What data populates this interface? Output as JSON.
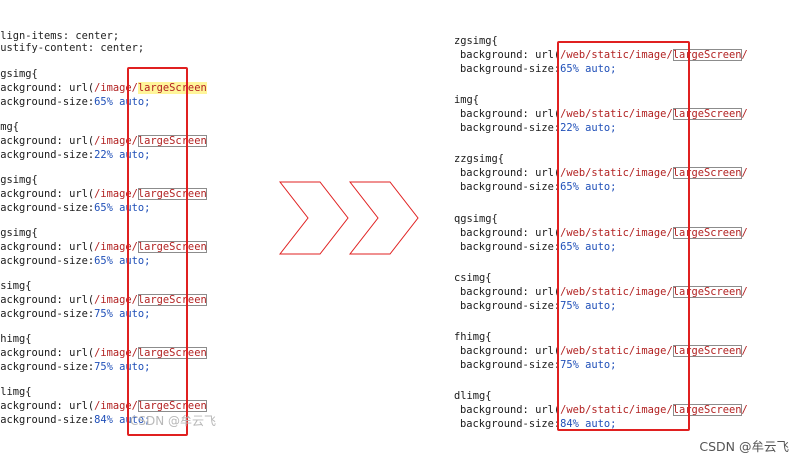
{
  "left": {
    "header_lines": [
      "align-items: center;",
      "justify-content: center;"
    ],
    "blocks": [
      {
        "selector": "zgsimg{",
        "bg_label": "background: url(",
        "path": "/image/",
        "file": "largeScreen",
        "size_label": "background-size:",
        "size_value": "65% auto;"
      },
      {
        "selector": "img{",
        "bg_label": "background: url(",
        "path": "/image/",
        "file": "largeScreen",
        "size_label": "background-size:",
        "size_value": "22% auto;"
      },
      {
        "selector": "zgsimg{",
        "bg_label": "background: url(",
        "path": "/image/",
        "file": "largeScreen",
        "size_label": "background-size:",
        "size_value": "65% auto;"
      },
      {
        "selector": "qgsimg{",
        "bg_label": "background: url(",
        "path": "/image/",
        "file": "largeScreen",
        "size_label": "background-size:",
        "size_value": "65% auto;"
      },
      {
        "selector": "csimg{",
        "bg_label": "background: url(",
        "path": "/image/",
        "file": "largeScreen",
        "size_label": "background-size:",
        "size_value": "75% auto;"
      },
      {
        "selector": "fhimg{",
        "bg_label": "background: url(",
        "path": "/image/",
        "file": "largeScreen",
        "size_label": "background-size:",
        "size_value": "75% auto;"
      },
      {
        "selector": "dlimg{",
        "bg_label": "background: url(",
        "path": "/image/",
        "file": "largeScreen",
        "size_label": "background-size:",
        "size_value": "84% auto;"
      }
    ],
    "watermark": "CSDN @牟云飞"
  },
  "right": {
    "blocks": [
      {
        "selector": "zgsimg{",
        "bg_label": "background: url(",
        "path": "/web/static/image/",
        "file": "largeScreen",
        "tail": "/",
        "size_label": "background-size:",
        "size_value": "65% auto;"
      },
      {
        "selector": "img{",
        "bg_label": "background: url(",
        "path": "/web/static/image/",
        "file": "largeScreen",
        "tail": "/",
        "size_label": "background-size:",
        "size_value": "22% auto;"
      },
      {
        "selector": "zzgsimg{",
        "bg_label": "background: url(",
        "path": "/web/static/image/",
        "file": "largeScreen",
        "tail": "/",
        "size_label": "background-size:",
        "size_value": "65% auto;"
      },
      {
        "selector": "qgsimg{",
        "bg_label": "background: url(",
        "path": "/web/static/image/",
        "file": "largeScreen",
        "tail": "/",
        "size_label": "background-size:",
        "size_value": "65% auto;"
      },
      {
        "selector": "csimg{",
        "bg_label": "background: url(",
        "path": "/web/static/image/",
        "file": "largeScreen",
        "tail": "/",
        "size_label": "background-size:",
        "size_value": "75% auto;"
      },
      {
        "selector": "fhimg{",
        "bg_label": "background: url(",
        "path": "/web/static/image/",
        "file": "largeScreen",
        "tail": "/",
        "size_label": "background-size:",
        "size_value": "75% auto;"
      },
      {
        "selector": "dlimg{",
        "bg_label": "background: url(",
        "path": "/web/static/image/",
        "file": "largeScreen",
        "tail": "/",
        "size_label": "background-size:",
        "size_value": "84% auto;"
      }
    ]
  },
  "watermark": "CSDN @牟云飞",
  "colors": {
    "frame": "#e02020",
    "chevron": "#e02020",
    "path_text": "#b22222",
    "value_text": "#1f4fb8"
  }
}
